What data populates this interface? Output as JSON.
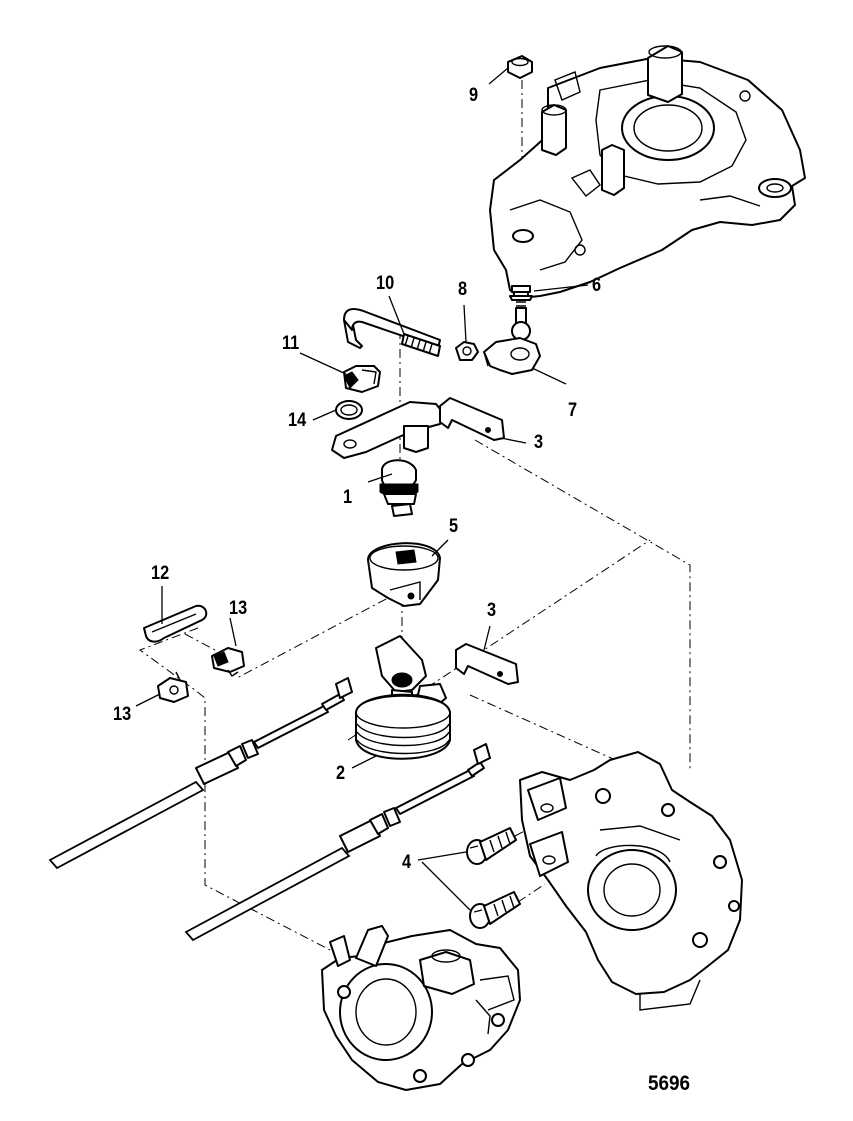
{
  "callouts": {
    "c1": "1",
    "c2": "2",
    "c3a": "3",
    "c3b": "3",
    "c4": "4",
    "c5": "5",
    "c6": "6",
    "c7": "7",
    "c8": "8",
    "c9": "9",
    "c10": "10",
    "c11": "11",
    "c12": "12",
    "c13a": "13",
    "c13b": "13",
    "c14": "14"
  },
  "figure_number": "5696"
}
